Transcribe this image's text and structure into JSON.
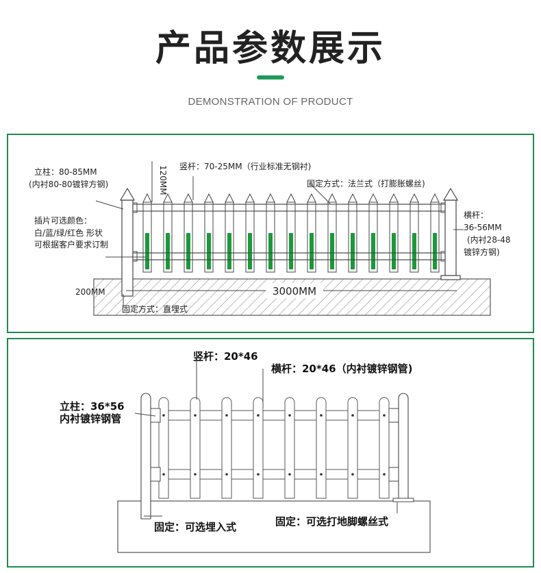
{
  "header": {
    "title": "产品参数展示",
    "subtitle": "DEMONSTRATION OF PRODUCT"
  },
  "colors": {
    "accent": "#1f9a5a",
    "panel_border": "#1f8a4f",
    "insert_green": "#1a9a3a"
  },
  "diagram1": {
    "post_label_1": "立柱：80-85MM",
    "post_label_2": "(内衬80-80镀锌方钢)",
    "insert_label_1": "插片可选颜色：",
    "insert_label_2": "白/蓝/绿/红色 形状",
    "insert_label_3": "可根据客户要求订制",
    "picket_label": "竖杆：70-25MM（行业标准无钢衬)",
    "height_label": "120MM",
    "fix_flange_label": "固定方式：法兰式（打膨胀螺丝)",
    "rail_label_1": "横杆：",
    "rail_label_2": "36-56MM",
    "rail_label_3": "(内衬28-48",
    "rail_label_4": "镀锌方钢)",
    "depth_label": "200MM",
    "width_label": "3000MM",
    "fix_bury_label": "固定方式：直埋式"
  },
  "diagram2": {
    "picket_label": "竖杆：20*46",
    "rail_label": "横杆：20*46（内衬镀锌钢管)",
    "post_label_1": "立柱：36*56",
    "post_label_2": "内衬镀锌钢管",
    "fix_bury_label": "固定：可选埋入式",
    "fix_bolt_label": "固定：可选打地脚螺丝式"
  }
}
